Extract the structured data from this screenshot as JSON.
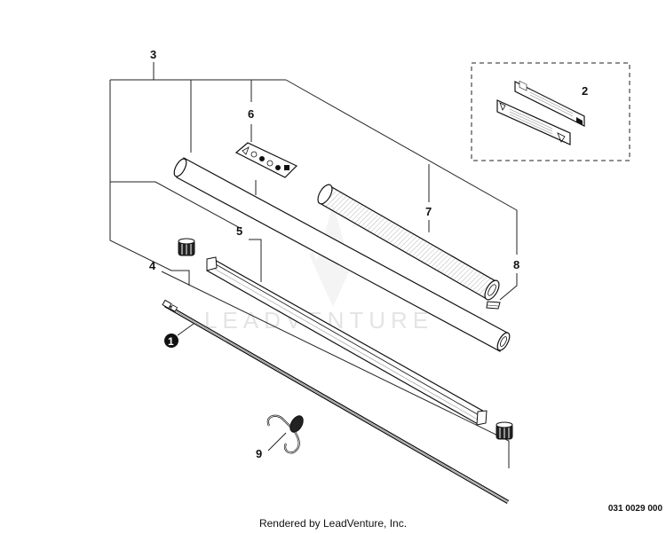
{
  "callouts": {
    "c1": "1",
    "c2": "2",
    "c3": "3",
    "c4": "4",
    "c5": "5",
    "c6": "6",
    "c7": "7",
    "c8": "8",
    "c9": "9"
  },
  "watermark": {
    "brand": "LEADVENTURE"
  },
  "drawing_code": "031 0029 000",
  "footer": {
    "rendered_by": "Rendered by LeadVenture, Inc."
  }
}
